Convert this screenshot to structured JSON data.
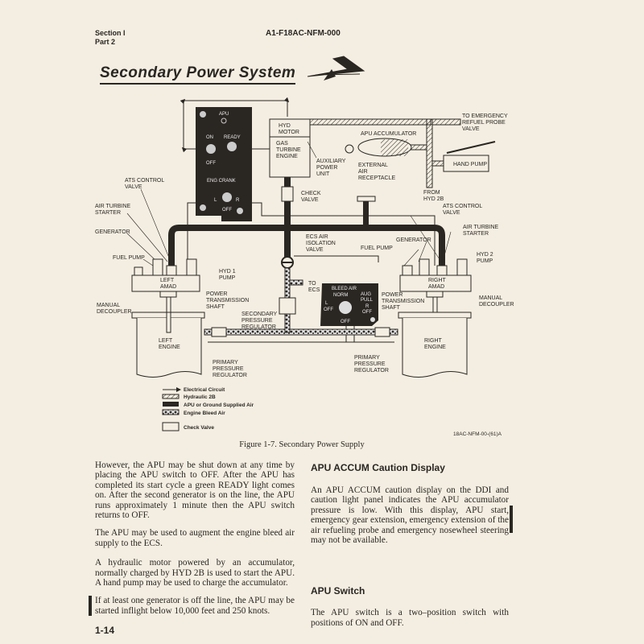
{
  "header": {
    "section": "Section I",
    "part": "Part 2",
    "doc_id": "A1-F18AC-NFM-000"
  },
  "title": "Secondary Power System",
  "diagram": {
    "apu_panel": {
      "apu": "APU",
      "on": "ON",
      "ready": "READY",
      "off": "OFF",
      "eng_crank": "ENG CRANK",
      "l": "L",
      "r": "R",
      "off2": "OFF"
    },
    "hyd_motor": [
      "HYD",
      "MOTOR"
    ],
    "gas_turbine": [
      "GAS",
      "TURBINE",
      "ENGINE"
    ],
    "apu_unit": [
      "AUXILIARY",
      "POWER",
      "UNIT"
    ],
    "check_valve": [
      "CHECK",
      "VALVE"
    ],
    "to_emergency": [
      "TO EMERGENCY",
      "REFUEL PROBE",
      "VALVE"
    ],
    "apu_accumulator": "APU ACCUMULATOR",
    "hand_pump": "HAND PUMP",
    "external_air": [
      "EXTERNAL",
      "AIR",
      "RECEPTACLE"
    ],
    "from_hyd": [
      "FROM",
      "HYD 2B"
    ],
    "ats_left": [
      "ATS CONTROL",
      "VALVE"
    ],
    "ats_right": [
      "ATS CONTROL",
      "VALVE"
    ],
    "air_turbine_left": [
      "AIR TURBINE",
      "STARTER"
    ],
    "air_turbine_right": [
      "AIR TURBINE",
      "STARTER"
    ],
    "generator_left": "GENERATOR",
    "generator_right": "GENERATOR",
    "fuel_pump_left": "FUEL PUMP",
    "fuel_pump_right": "FUEL PUMP",
    "hyd1": [
      "HYD 1",
      "PUMP"
    ],
    "hyd2": [
      "HYD 2",
      "PUMP"
    ],
    "left_amad": [
      "LEFT",
      "AMAD"
    ],
    "right_amad": [
      "RIGHT",
      "AMAD"
    ],
    "ecs_valve": [
      "ECS AIR",
      "ISOLATION",
      "VALVE"
    ],
    "to_ecs": [
      "TO",
      "ECS"
    ],
    "manual_decoupler_left": [
      "MANUAL",
      "DECOUPLER"
    ],
    "manual_decoupler_right": [
      "MANUAL",
      "DECOUPLER"
    ],
    "pts_left": [
      "POWER",
      "TRANSMISSION",
      "SHAFT"
    ],
    "pts_right": [
      "POWER",
      "TRANSMISSION",
      "SHAFT"
    ],
    "secondary_reg": [
      "SECONDARY",
      "PRESSURE",
      "REGULATOR"
    ],
    "bleed_panel": {
      "title": "BLEED AIR",
      "norm": "NORM",
      "aug": "AUG",
      "pull": "PULL",
      "l": "L",
      "off_l": "OFF",
      "r": "R",
      "off_r": "OFF",
      "off": "OFF"
    },
    "left_engine": [
      "LEFT",
      "ENGINE"
    ],
    "right_engine": [
      "RIGHT",
      "ENGINE"
    ],
    "primary_left": [
      "PRIMARY",
      "PRESSURE",
      "REGULATOR"
    ],
    "primary_right": [
      "PRIMARY",
      "PRESSURE",
      "REGULATOR"
    ],
    "legend": [
      "Electrical Circuit",
      "Hydraulic 2B",
      "APU or Ground Supplied Air",
      "Engine Bleed Air",
      "Check Valve"
    ],
    "code": "18AC-NFM-00-(61)A"
  },
  "caption": "Figure 1-7. Secondary Power Supply",
  "left_column": [
    "However, the APU may be shut down at any time by placing the APU switch to OFF. After the APU has completed its start cycle a green READY light comes on. After the second generator is on the line, the APU runs approximately 1 minute then the APU switch returns to OFF.",
    "The APU may be used to augment the engine bleed air supply to the ECS.",
    "A hydraulic motor powered by an accumulator, normally charged by HYD 2B is used to start the APU. A hand pump may be used to charge the accumulator.",
    "If at least one generator is off the line, the APU may be started inflight below 10,000 feet and 250 knots."
  ],
  "right_column": {
    "accum_heading": "APU ACCUM Caution Display",
    "accum_text": "An APU ACCUM caution display on the DDI and caution light panel indicates the APU accumulator pressure is low. With this display, APU start, emergency gear extension, emergency extension of the air refueling probe and emergency nosewheel steering may not be available.",
    "switch_heading": "APU Switch",
    "switch_text": "The APU switch is a two–position switch with positions of ON and OFF."
  },
  "page_number": "1-14"
}
